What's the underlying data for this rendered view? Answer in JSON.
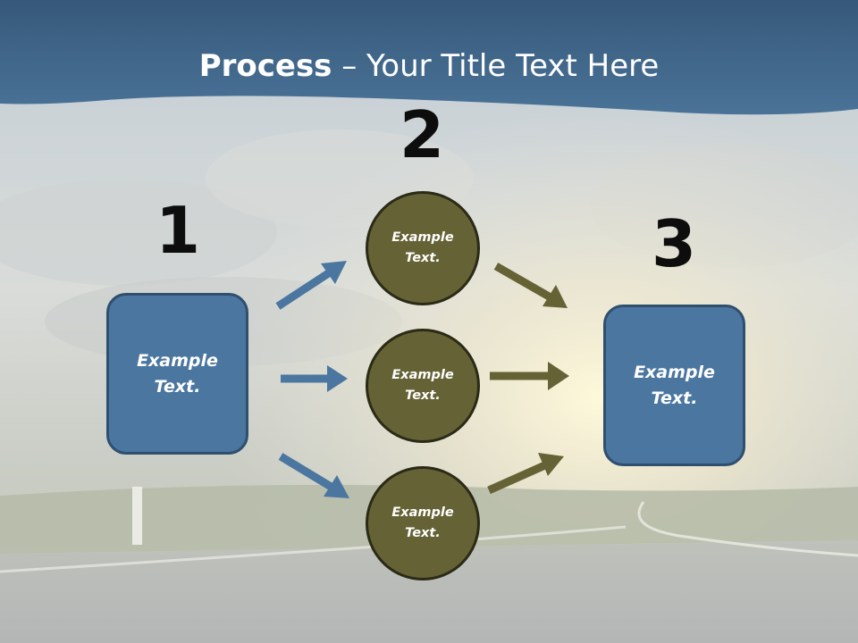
{
  "title": {
    "bold": "Process",
    "rest": " – Your Title Text Here"
  },
  "steps": [
    {
      "number": "1",
      "text": "Example\nText."
    },
    {
      "number": "2"
    },
    {
      "number": "3",
      "text": "Example\nText."
    }
  ],
  "circles": [
    {
      "text": "Example\nText."
    },
    {
      "text": "Example\nText."
    },
    {
      "text": "Example\nText."
    }
  ],
  "colors": {
    "header": "#3f6788",
    "box_fill": "#4a76a0",
    "circle_fill": "#656235",
    "arrow_blue": "#4a76a0",
    "arrow_olive": "#656235"
  }
}
